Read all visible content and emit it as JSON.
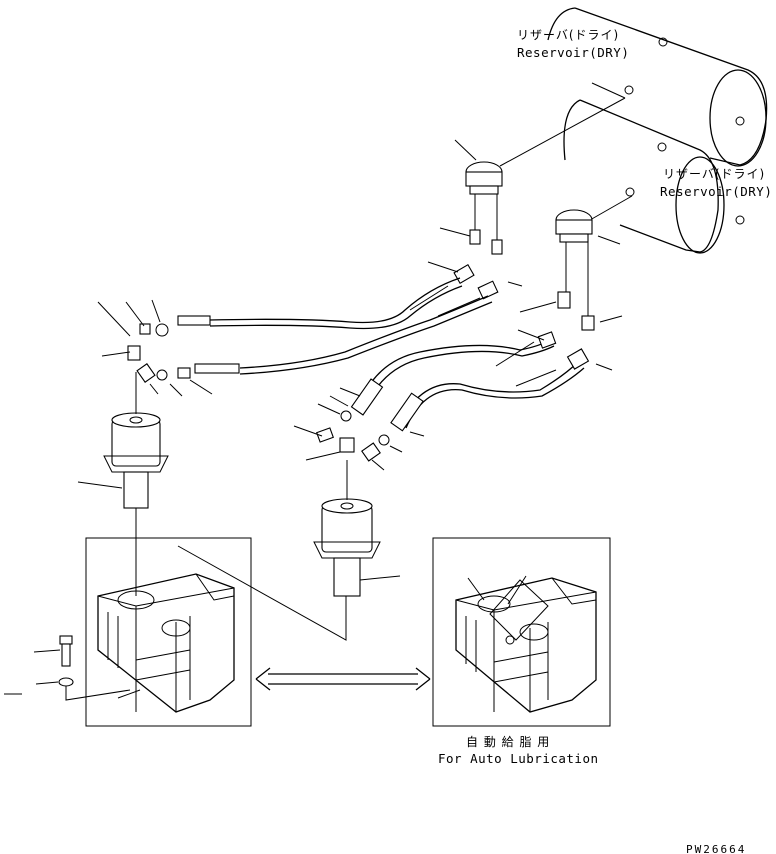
{
  "labels": {
    "reservoir_top_jp": "リザーバ(ドライ)",
    "reservoir_top_en": "Reservoir(DRY)",
    "reservoir_right_jp": "リザーバ(ドライ)",
    "reservoir_right_en": "Reservoir(DRY)",
    "auto_lube_jp": "自 動 給 脂 用",
    "auto_lube_en": "For Auto Lubrication",
    "drawing_id": "PW26664"
  }
}
